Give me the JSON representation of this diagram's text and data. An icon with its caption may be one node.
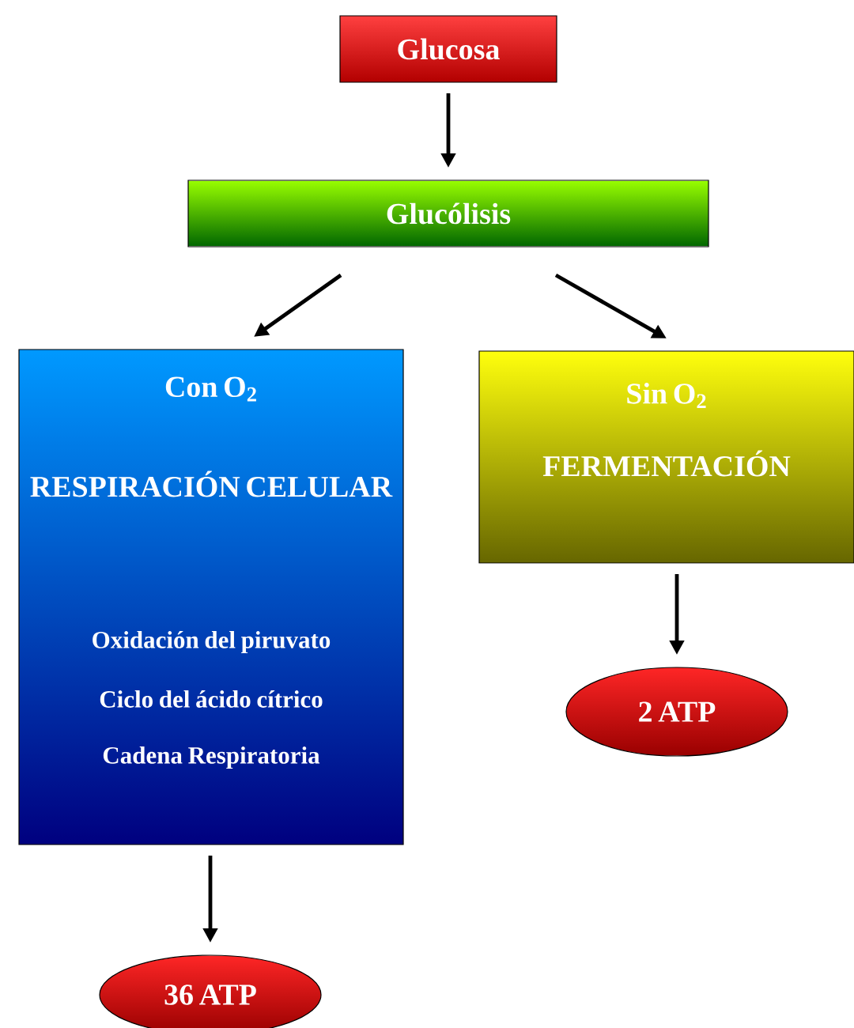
{
  "diagram": {
    "nodes": [
      {
        "text": [
          "Glucosa"
        ]
      },
      {
        "text": [
          "Glucólisis"
        ]
      },
      {
        "text": [
          "Con O$_{2}$",
          "RESPIRACIÓN CELULAR",
          "Oxidación del piruvato",
          "Ciclo del ácido cítrico",
          "Cadena Respiratoria"
        ]
      },
      {
        "text": [
          "Sin O$_{2}$",
          "FERMENTACIÓN"
        ]
      },
      {
        "text": [
          "2 ATP"
        ]
      },
      {
        "text": [
          "36 ATP"
        ]
      }
    ],
    "edges": [
      {
        "from": 0,
        "to": 1,
        "arrow": "to"
      },
      {
        "from": 1,
        "to": 2,
        "arrow": "to"
      },
      {
        "from": 1,
        "to": 3,
        "arrow": "to"
      },
      {
        "from": 3,
        "to": 4,
        "arrow": "to"
      },
      {
        "from": 2,
        "to": 5,
        "arrow": "to"
      }
    ]
  }
}
